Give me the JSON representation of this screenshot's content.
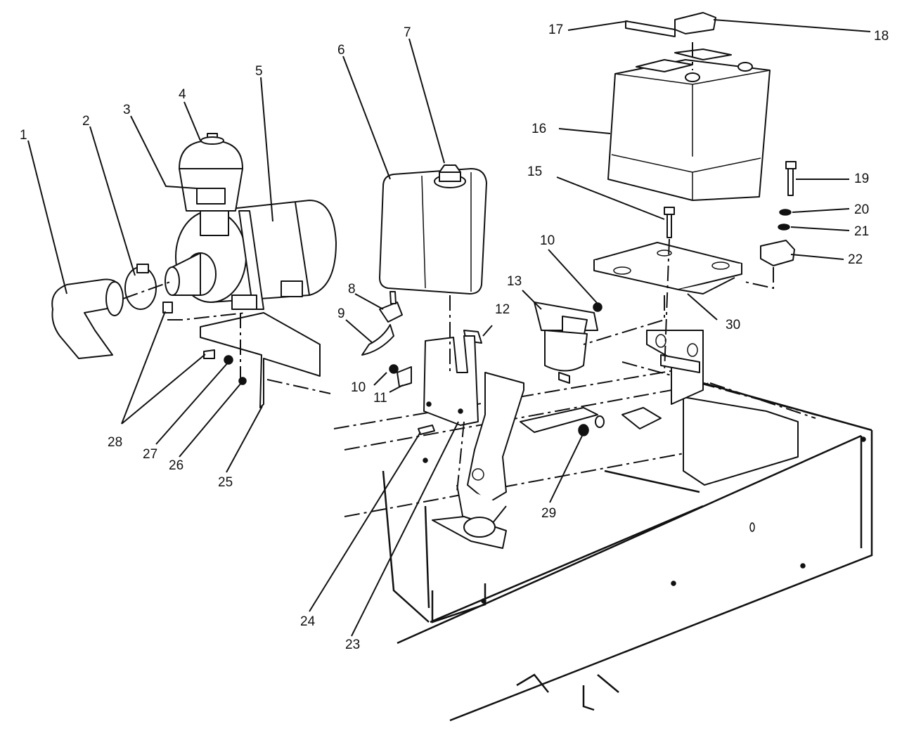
{
  "callouts": [
    "1",
    "2",
    "3",
    "4",
    "5",
    "6",
    "7",
    "8",
    "9",
    "10",
    "10",
    "11",
    "12",
    "13",
    "15",
    "16",
    "17",
    "18",
    "19",
    "20",
    "21",
    "22",
    "23",
    "24",
    "25",
    "26",
    "27",
    "28",
    "29",
    "30"
  ]
}
